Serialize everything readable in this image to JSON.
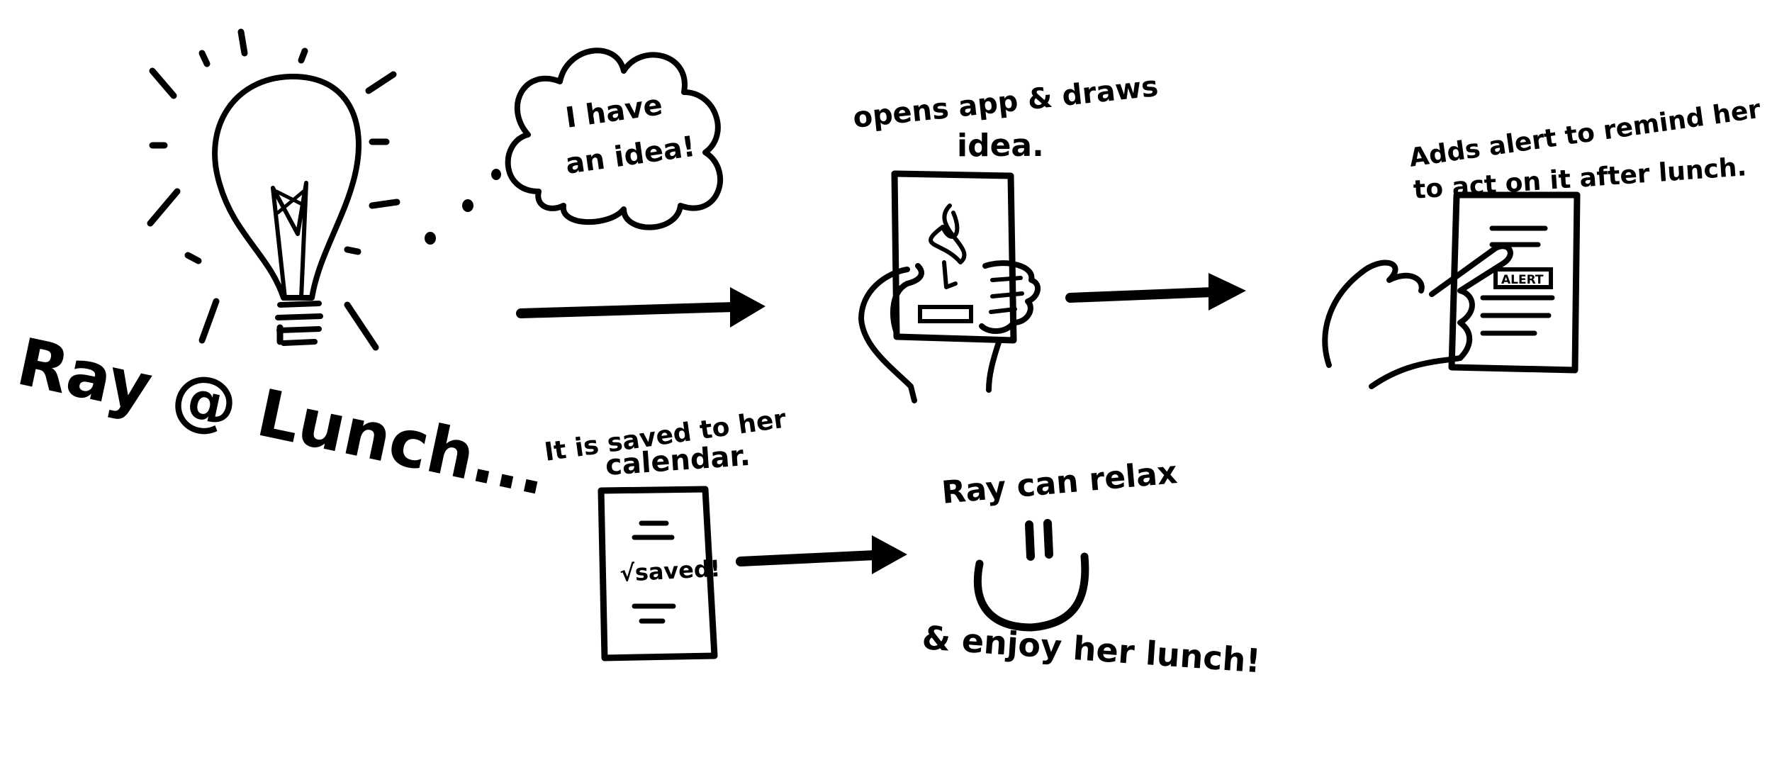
{
  "colors": {
    "ink": "#000000",
    "background": "#ffffff"
  },
  "steps": {
    "lunch": {
      "caption": "Ray @ Lunch..."
    },
    "thought": {
      "text_line1": "I have",
      "text_line2": "an idea!"
    },
    "draw": {
      "caption_line1": "opens app & draws",
      "caption_line2": "idea."
    },
    "alert": {
      "caption_line1": "Adds alert to remind her",
      "caption_line2": "to act on it after lunch.",
      "button_label": "ALERT"
    },
    "saved": {
      "caption_line1": "It is saved to her",
      "caption_line2": "calendar.",
      "status": "√saved!"
    },
    "relax": {
      "caption_top": "Ray can relax",
      "caption_bottom": "& enjoy her lunch!"
    }
  },
  "icons": [
    "lightbulb-icon",
    "thought-cloud-icon",
    "tablet-drawing-icon",
    "phone-alert-icon",
    "phone-saved-icon",
    "smiley-face-icon",
    "arrow-right-icon"
  ]
}
